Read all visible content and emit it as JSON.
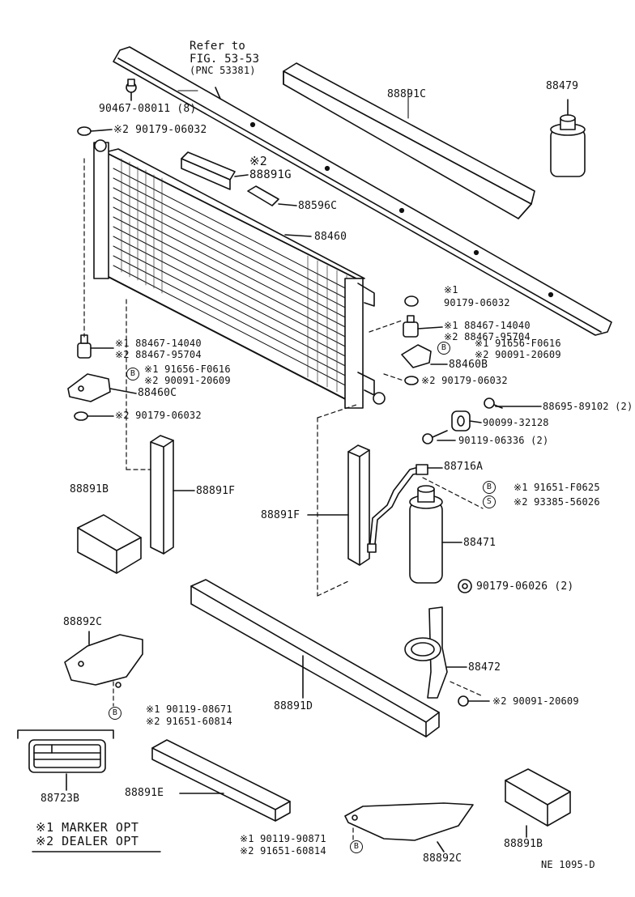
{
  "refer": {
    "line1": "Refer to",
    "line2": "FIG. 53-53",
    "line3": "(PNC 53381)"
  },
  "labels": {
    "p_90467": "90467-08011 (8)",
    "p_88891C": "88891C",
    "p_88479": "88479",
    "p_top_90179": "※2 90179-06032",
    "p_88891G_mark": "※2",
    "p_88891G": "88891G",
    "p_88596C": "88596C",
    "p_88460": "88460",
    "p_r_mark1": "※1",
    "p_r_90179": "90179-06032",
    "p_r_88467_a": "※1 88467-14040",
    "p_r_88467_b": "※2 88467-95704",
    "p_r_91656": "※1 91656-F0616",
    "p_r_90091": "※2 90091-20609",
    "p_88460B": "88460B",
    "p_r_90179b": "※2 90179-06032",
    "p_88695": "88695-89102 (2)",
    "p_90099": "90099-32128",
    "p_90119_06336": "90119-06336 (2)",
    "p_88716A": "88716A",
    "p_91651": "※1 91651-F0625",
    "p_93385": "※2 93385-56026",
    "p_l_88467_a": "※1 88467-14040",
    "p_l_88467_b": "※2 88467-95704",
    "p_l_91656": "※1 91656-F0616",
    "p_l_90091": "※2 90091-20609",
    "p_88460C": "88460C",
    "p_l_90179": "※2 90179-06032",
    "p_88891B_l": "88891B",
    "p_88891F_l": "88891F",
    "p_88891F_r": "88891F",
    "p_88471": "88471",
    "p_90179_06026": "90179-06026 (2)",
    "p_88892C_l": "88892C",
    "p_88891D": "88891D",
    "p_88472": "88472",
    "p_bl_90119": "※1 90119-08671",
    "p_bl_91651": "※2 91651-60814",
    "p_br_90091": "※2 90091-20609",
    "p_88723B": "88723B",
    "p_88891E": "88891E",
    "p_bm_90119": "※1 90119-90871",
    "p_bm_91651": "※2 91651-60814",
    "p_88892C_r": "88892C",
    "p_88891B_r": "88891B",
    "marker_opt": "※1 MARKER OPT",
    "dealer_opt": "※2 DEALER OPT",
    "fig_code": "NE 1095-D",
    "circ_B": "B",
    "circ_S": "S"
  }
}
